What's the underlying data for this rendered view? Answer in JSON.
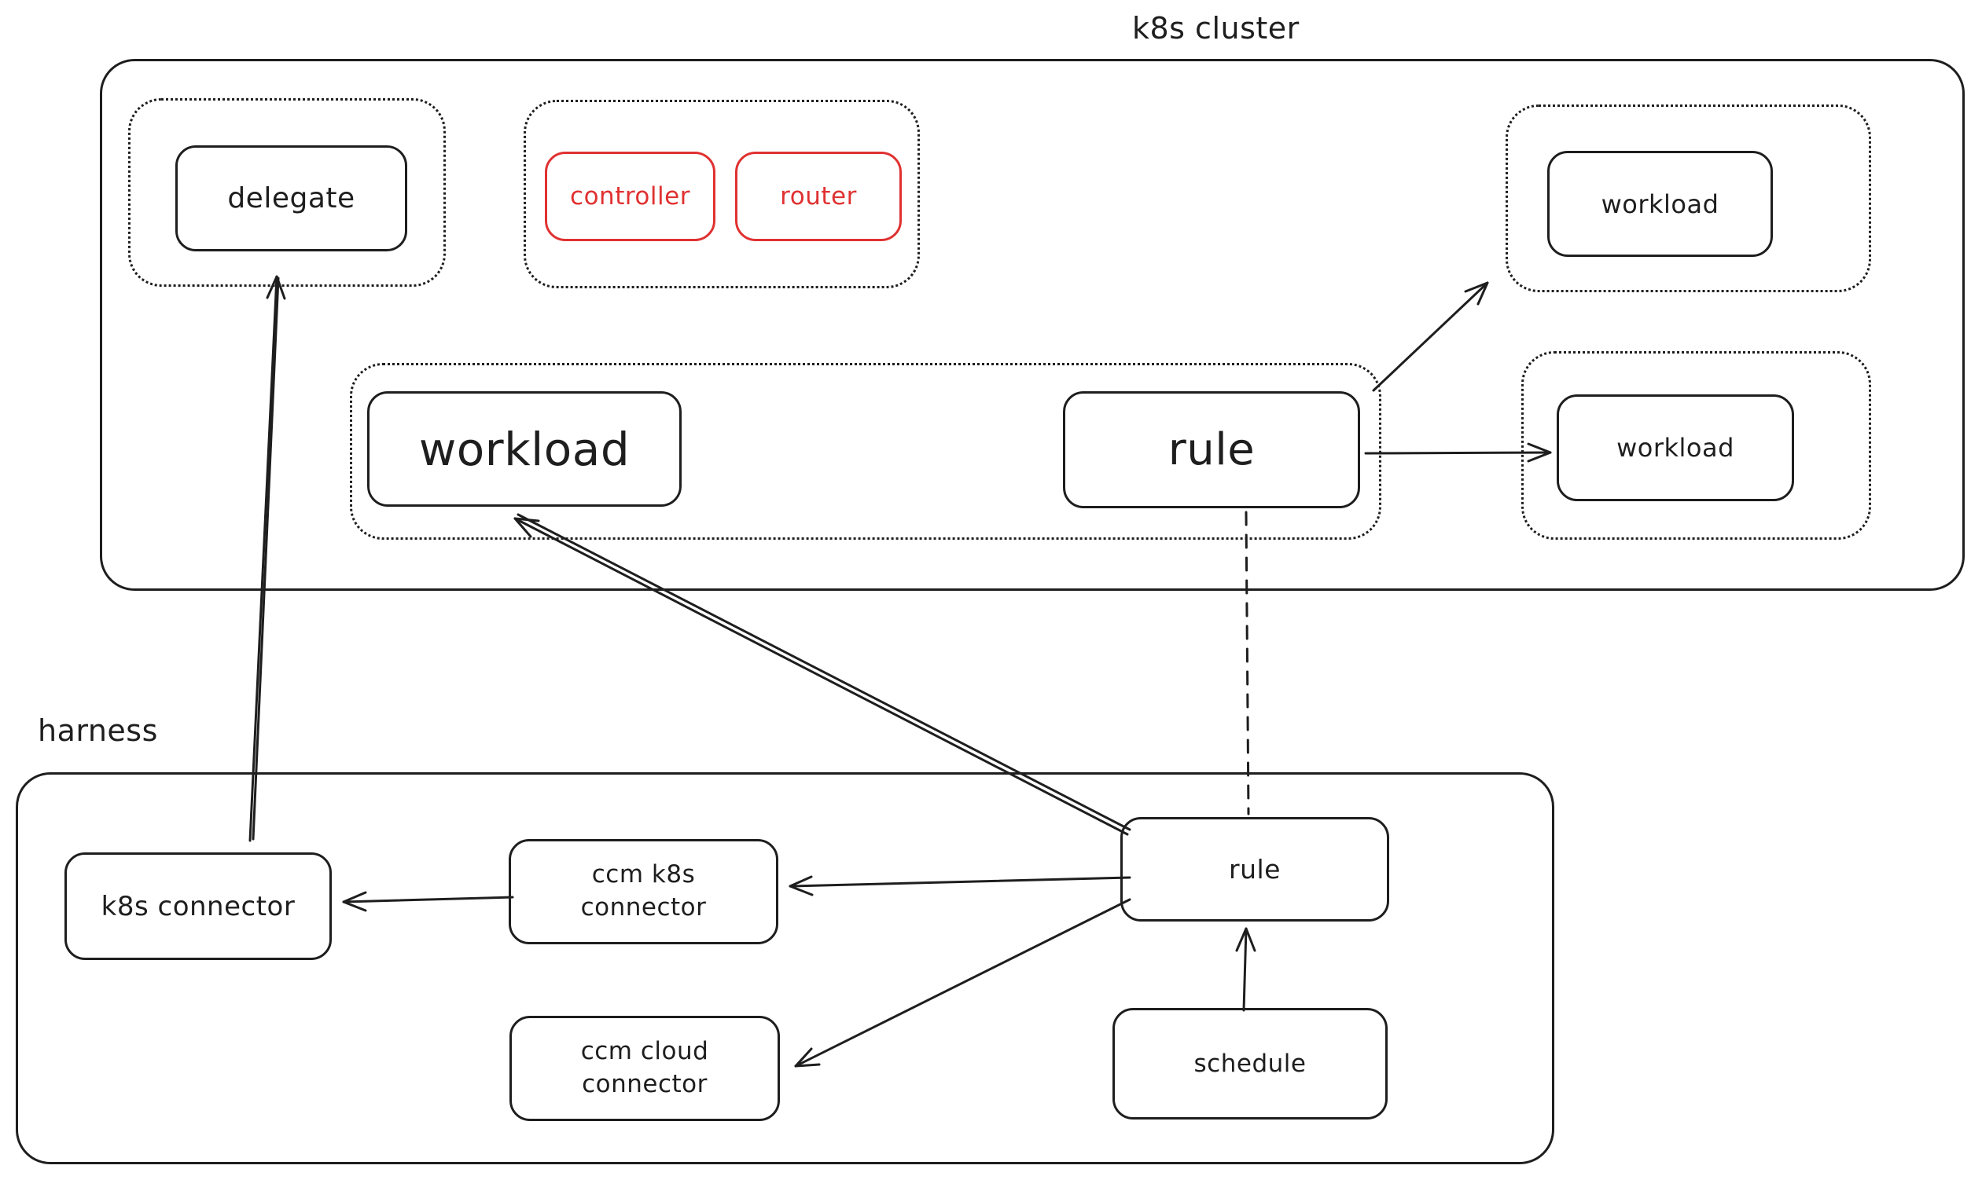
{
  "diagram": {
    "background": "#ffffff",
    "stroke_color": "#1e1e1e",
    "accent_color": "#e03131"
  },
  "groups": {
    "k8s_cluster": {
      "label": "k8s cluster"
    },
    "harness": {
      "label": "harness"
    }
  },
  "nodes": {
    "delegate": {
      "label": "delegate"
    },
    "controller": {
      "label": "controller",
      "color": "#e03131"
    },
    "router": {
      "label": "router",
      "color": "#e03131"
    },
    "workload_top_right": {
      "label": "workload"
    },
    "workload_main": {
      "label": "workload"
    },
    "rule_k8s": {
      "label": "rule"
    },
    "workload_mid_right": {
      "label": "workload"
    },
    "k8s_connector": {
      "label": "k8s connector"
    },
    "ccm_k8s_connector": {
      "label": "ccm k8s connector"
    },
    "ccm_cloud_connector": {
      "label": "ccm cloud connector"
    },
    "rule_harness": {
      "label": "rule"
    },
    "schedule": {
      "label": "schedule"
    }
  },
  "edges": [
    {
      "from": "k8s connector",
      "to": "delegate",
      "style": "solid-arrow"
    },
    {
      "from": "ccm k8s connector",
      "to": "k8s connector",
      "style": "solid-arrow"
    },
    {
      "from": "rule (harness)",
      "to": "workload (k8s cluster)",
      "style": "solid-arrow"
    },
    {
      "from": "rule (harness)",
      "to": "ccm k8s connector",
      "style": "solid-arrow"
    },
    {
      "from": "rule (harness)",
      "to": "ccm cloud connector",
      "style": "solid-arrow"
    },
    {
      "from": "schedule",
      "to": "rule (harness)",
      "style": "solid-arrow"
    },
    {
      "from": "rule (k8s cluster)",
      "to": "workload (top right)",
      "style": "solid-arrow"
    },
    {
      "from": "rule (k8s cluster)",
      "to": "workload (mid right)",
      "style": "solid-arrow"
    },
    {
      "from": "rule (k8s cluster)",
      "to": "rule (harness)",
      "style": "dashed-line"
    }
  ]
}
